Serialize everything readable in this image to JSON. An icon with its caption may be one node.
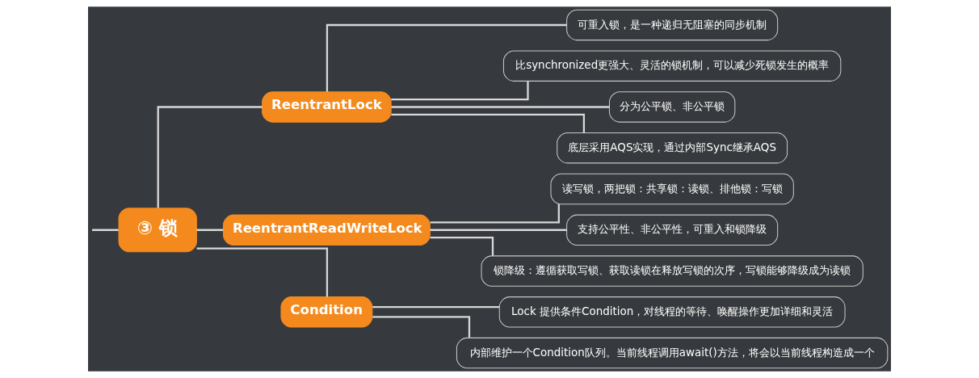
{
  "diagram": {
    "nodes": [
      {
        "text": [
          "③ 锁"
        ]
      },
      {
        "text": [
          "ReentrantLock"
        ]
      },
      {
        "text": [
          "可重入锁，是一种递归无阻塞的同步机制"
        ]
      },
      {
        "text": [
          "比synchronized更强大、灵活的锁机制，可以减少死锁发生的概率"
        ]
      },
      {
        "text": [
          "分为公平锁、非公平锁"
        ]
      },
      {
        "text": [
          "底层采用AQS实现，通过内部Sync继承AQS"
        ]
      },
      {
        "text": [
          "ReentrantReadWriteLock"
        ]
      },
      {
        "text": [
          "读写锁，两把锁：共享锁：读锁、排他锁：写锁"
        ]
      },
      {
        "text": [
          "支持公平性、非公平性，可重入和锁降级"
        ]
      },
      {
        "text": [
          "锁降级：遵循获取写锁、获取读锁在释放写锁的次序，写锁能够降级成为读锁"
        ]
      },
      {
        "text": [
          "Condition"
        ]
      },
      {
        "text": [
          "Lock 提供条件Condition，对线程的等待、唤醒操作更加详细和灵活"
        ]
      },
      {
        "text": [
          "内部维护一个Condition队列。当前线程调用await()方法，将会以当前线程构造成一个"
        ]
      }
    ],
    "edges": [
      {
        "from": null,
        "to": 0,
        "arrow": "none"
      },
      {
        "from": 0,
        "to": 1,
        "arrow": "none"
      },
      {
        "from": 1,
        "to": 2,
        "arrow": "none"
      },
      {
        "from": 1,
        "to": 3,
        "arrow": "none"
      },
      {
        "from": 1,
        "to": 4,
        "arrow": "none"
      },
      {
        "from": 1,
        "to": 5,
        "arrow": "none"
      },
      {
        "from": 0,
        "to": 6,
        "arrow": "none"
      },
      {
        "from": 6,
        "to": 7,
        "arrow": "none"
      },
      {
        "from": 6,
        "to": 8,
        "arrow": "none"
      },
      {
        "from": 6,
        "to": 9,
        "arrow": "none"
      },
      {
        "from": 0,
        "to": 10,
        "arrow": "none"
      },
      {
        "from": 10,
        "to": 11,
        "arrow": "none"
      },
      {
        "from": 10,
        "to": 12,
        "arrow": "none"
      }
    ]
  }
}
